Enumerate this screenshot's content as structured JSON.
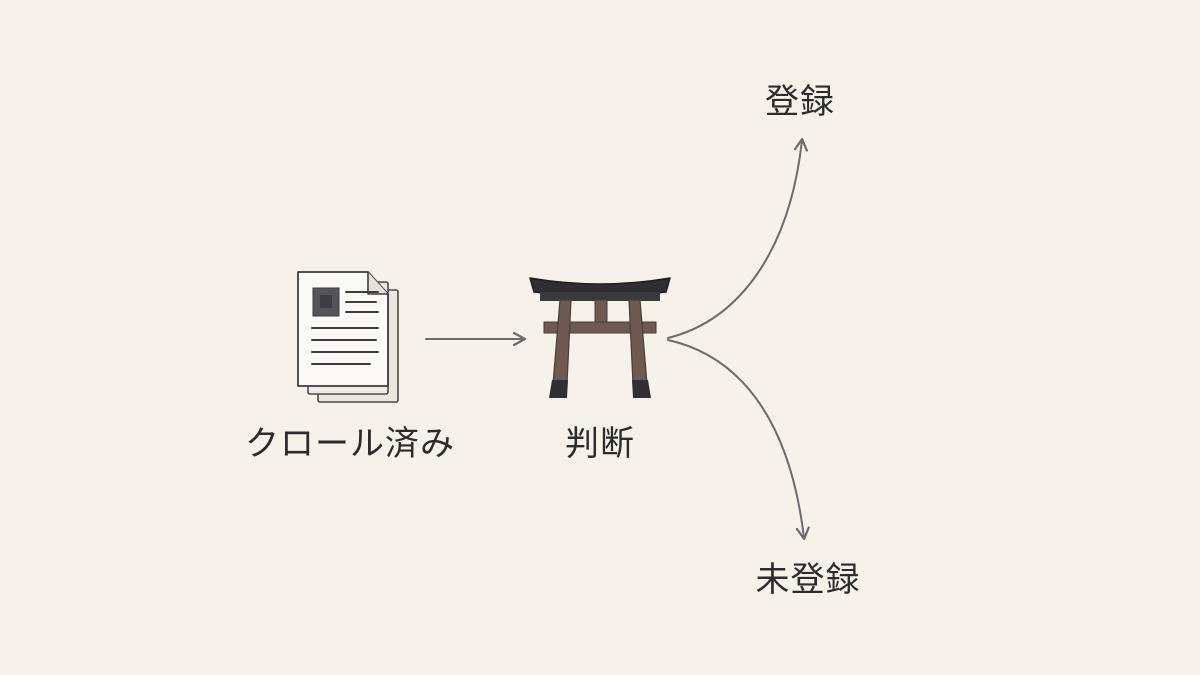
{
  "nodes": {
    "crawled": {
      "label": "クロール済み",
      "icon": "document-stack-icon"
    },
    "judgment": {
      "label": "判断",
      "icon": "torii-gate-icon"
    },
    "registered": {
      "label": "登録"
    },
    "unregistered": {
      "label": "未登録"
    }
  },
  "edges": [
    {
      "from": "crawled",
      "to": "judgment"
    },
    {
      "from": "judgment",
      "to": "registered"
    },
    {
      "from": "judgment",
      "to": "unregistered"
    }
  ],
  "colors": {
    "background": "#f6f2ea",
    "text": "#2c2c2e",
    "arrow": "#6b6b70",
    "torii_wood": "#6e5a52",
    "torii_black": "#2f2f33"
  }
}
